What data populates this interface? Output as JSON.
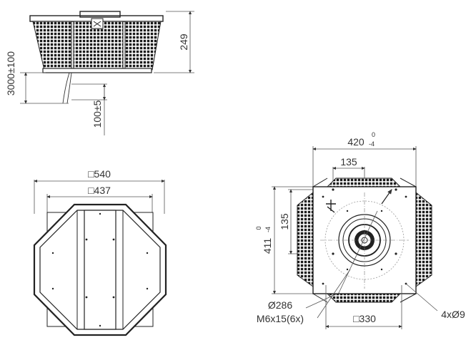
{
  "side_view": {
    "height_dim": "249",
    "cable_length_dim": "3000±100",
    "cable_strip_dim": "100±5"
  },
  "bottom_view": {
    "outer_dim": "□540",
    "inner_dim": "□437"
  },
  "top_view": {
    "width_dim": "420",
    "width_tol_upper": "0",
    "width_tol_lower": "-4",
    "height_dim": "411",
    "height_tol_upper": "0",
    "height_tol_lower": "-4",
    "hole_spacing_x": "135",
    "hole_spacing_y": "135",
    "bolt_circle": "Ø286",
    "bolt_thread": "M6x15(6x)",
    "base_square": "□330",
    "mount_holes": "4xØ9"
  }
}
